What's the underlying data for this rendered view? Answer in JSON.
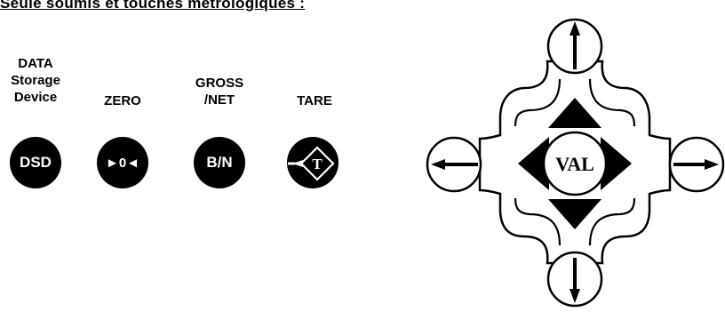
{
  "heading": "Seule soumis et touches métrologiques :",
  "keys": [
    {
      "label": "DATA\nStorage\nDevice",
      "text": "DSD"
    },
    {
      "label": "ZERO",
      "text": "►0◄"
    },
    {
      "label": "GROSS\n/NET",
      "text": "B/N"
    },
    {
      "label": "TARE",
      "text": "T"
    }
  ],
  "pad": {
    "center_label": "VAL",
    "icons": {
      "up": "arrow-up-icon",
      "down": "arrow-down-icon",
      "left": "arrow-left-icon",
      "right": "arrow-right-icon"
    }
  },
  "colors": {
    "key_fill": "#000000",
    "key_text": "#ffffff",
    "outline": "#000000"
  }
}
